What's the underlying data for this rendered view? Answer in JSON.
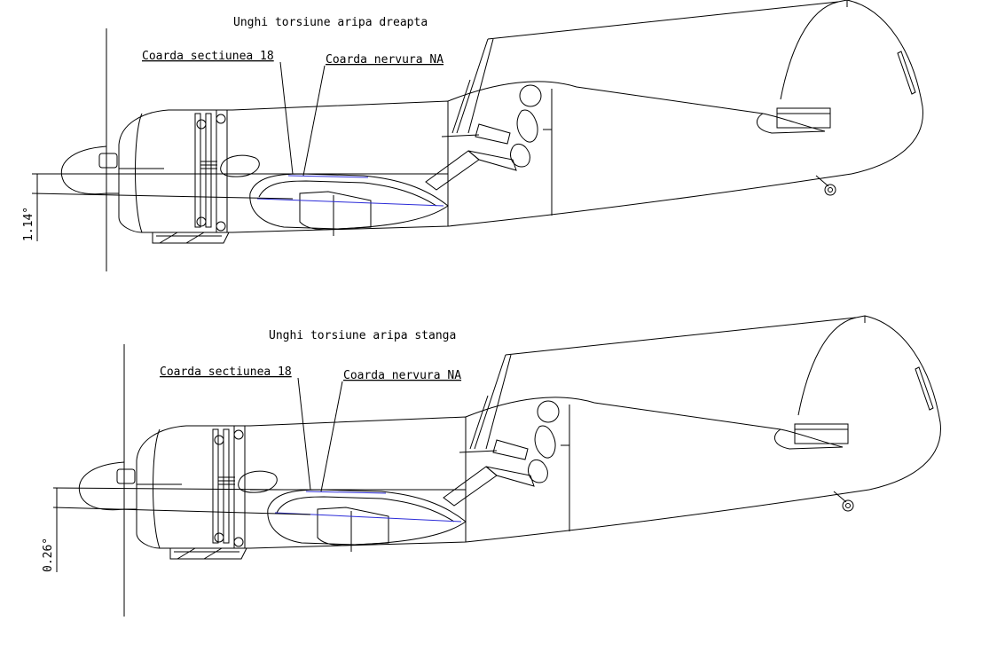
{
  "views": [
    {
      "title": "Unghi torsiune aripa dreapta",
      "label_section": "Coarda sectiunea 18",
      "label_rib": "Coarda nervura NA",
      "angle": "1.14°"
    },
    {
      "title": "Unghi torsiune aripa stanga",
      "label_section": "Coarda sectiunea 18",
      "label_rib": "Coarda nervura NA",
      "angle": "0.26°"
    }
  ],
  "colors": {
    "line": "#000000",
    "chord": "#2b2bd8"
  }
}
